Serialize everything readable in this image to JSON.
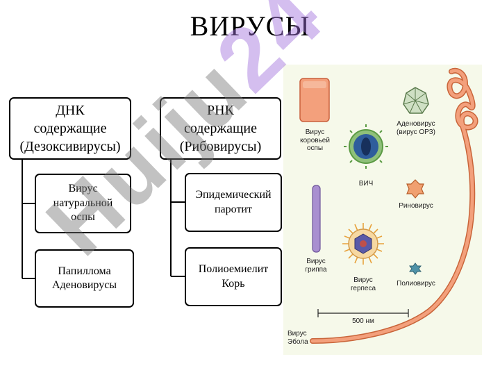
{
  "title": "ВИРУСЫ",
  "dna": {
    "header": "ДНК\nсодержащие\n(Дезоксивирусы)",
    "items": [
      "Вирус\nнатуральной\nоспы",
      "Папиллома\nАденовирусы"
    ]
  },
  "rna": {
    "header": "РНК\nсодержащие\n(Рибовирусы)",
    "items": [
      "Эпидемический\nпаротит",
      "Полиоемиелит\nКорь"
    ]
  },
  "illustration": {
    "labels": {
      "smallpox": "Вирус\nкоровьей\nоспы",
      "hiv": "ВИЧ",
      "adeno": "Аденовирус\n(вирус ОРЗ)",
      "rhino": "Риновирус",
      "flu": "Вирус\nгриппа",
      "herpes": "Вирус\nгерпеса",
      "polio": "Полиовирус",
      "ebola": "Вирус\nЭбола"
    },
    "scale": "500 нм"
  },
  "watermark": {
    "main": "Huiju",
    "accent": "24"
  }
}
